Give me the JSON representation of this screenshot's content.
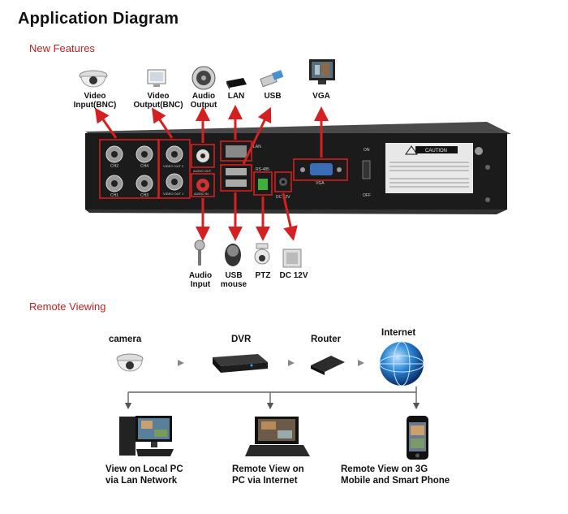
{
  "title": "Application Diagram",
  "sections": {
    "new_features": "New Features",
    "remote_viewing": "Remote Viewing"
  },
  "top_labels": {
    "video_input": "Video Input(BNC)",
    "video_output": "Video Output(BNC)",
    "audio_output": "Audio Output",
    "lan": "LAN",
    "usb": "USB",
    "vga": "VGA"
  },
  "bottom_labels": {
    "audio_input": "Audio Input",
    "usb_mouse": "USB mouse",
    "ptz": "PTZ",
    "dc12v": "DC 12V"
  },
  "panel": {
    "caution": "CAUTION",
    "on": "ON",
    "off": "OFF",
    "vga": "VGA",
    "lan": "LAN",
    "rs485": "RS-485",
    "dc12v": "DC 12V",
    "audio_out": "AUDIO OUT",
    "audio_in": "AUDIO IN",
    "video_out1": "VIDEO OUT 1",
    "video_out2": "VIDEO OUT 2",
    "ch1": "CH1",
    "ch2": "CH2",
    "ch3": "CH3",
    "ch4": "CH4"
  },
  "remote": {
    "camera": "camera",
    "dvr": "DVR",
    "router": "Router",
    "internet": "Internet",
    "local_pc_1": "View on Local PC",
    "local_pc_2": "via Lan Network",
    "remote_pc_1": "Remote View on",
    "remote_pc_2": "PC via Internet",
    "mobile_1": "Remote View on 3G",
    "mobile_2": "Mobile and Smart Phone"
  },
  "colors": {
    "arrow": "#d42020",
    "section": "#c41f1f",
    "panel": "#1b1b1b"
  }
}
